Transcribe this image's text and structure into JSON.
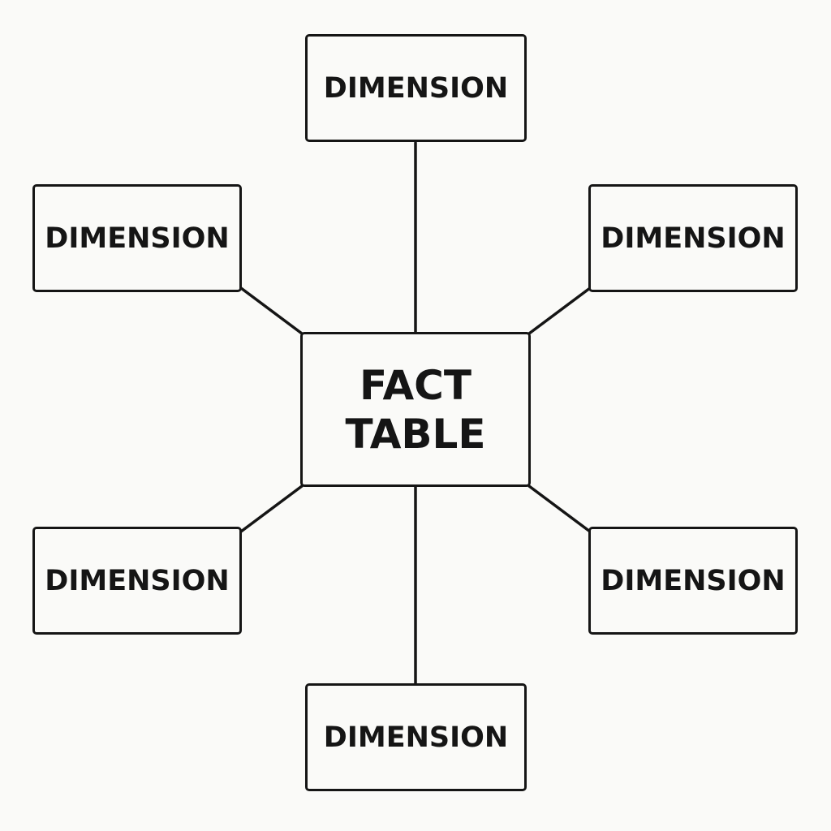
{
  "fact_table": {
    "line1": "FACT",
    "line2": "TABLE"
  },
  "dimensions": [
    {
      "label": "DIMENSION"
    },
    {
      "label": "DIMENSION"
    },
    {
      "label": "DIMENSION"
    },
    {
      "label": "DIMENSION"
    },
    {
      "label": "DIMENSION"
    },
    {
      "label": "DIMENSION"
    }
  ],
  "colors": {
    "stroke": "#151515",
    "background": "#fafaf8",
    "text": "#151515"
  }
}
